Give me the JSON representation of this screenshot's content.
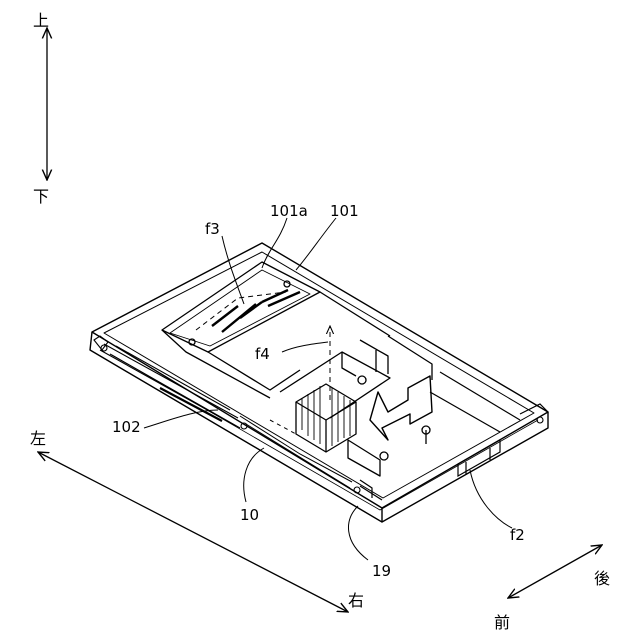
{
  "direction_labels": {
    "up": "上",
    "down": "下",
    "left": "左",
    "right": "右",
    "back": "後",
    "front": "前"
  },
  "reference_labels": {
    "r101a": "101a",
    "r101": "101",
    "f3": "f3",
    "f4": "f4",
    "r102": "102",
    "r10": "10",
    "r19": "19",
    "f2": "f2"
  }
}
